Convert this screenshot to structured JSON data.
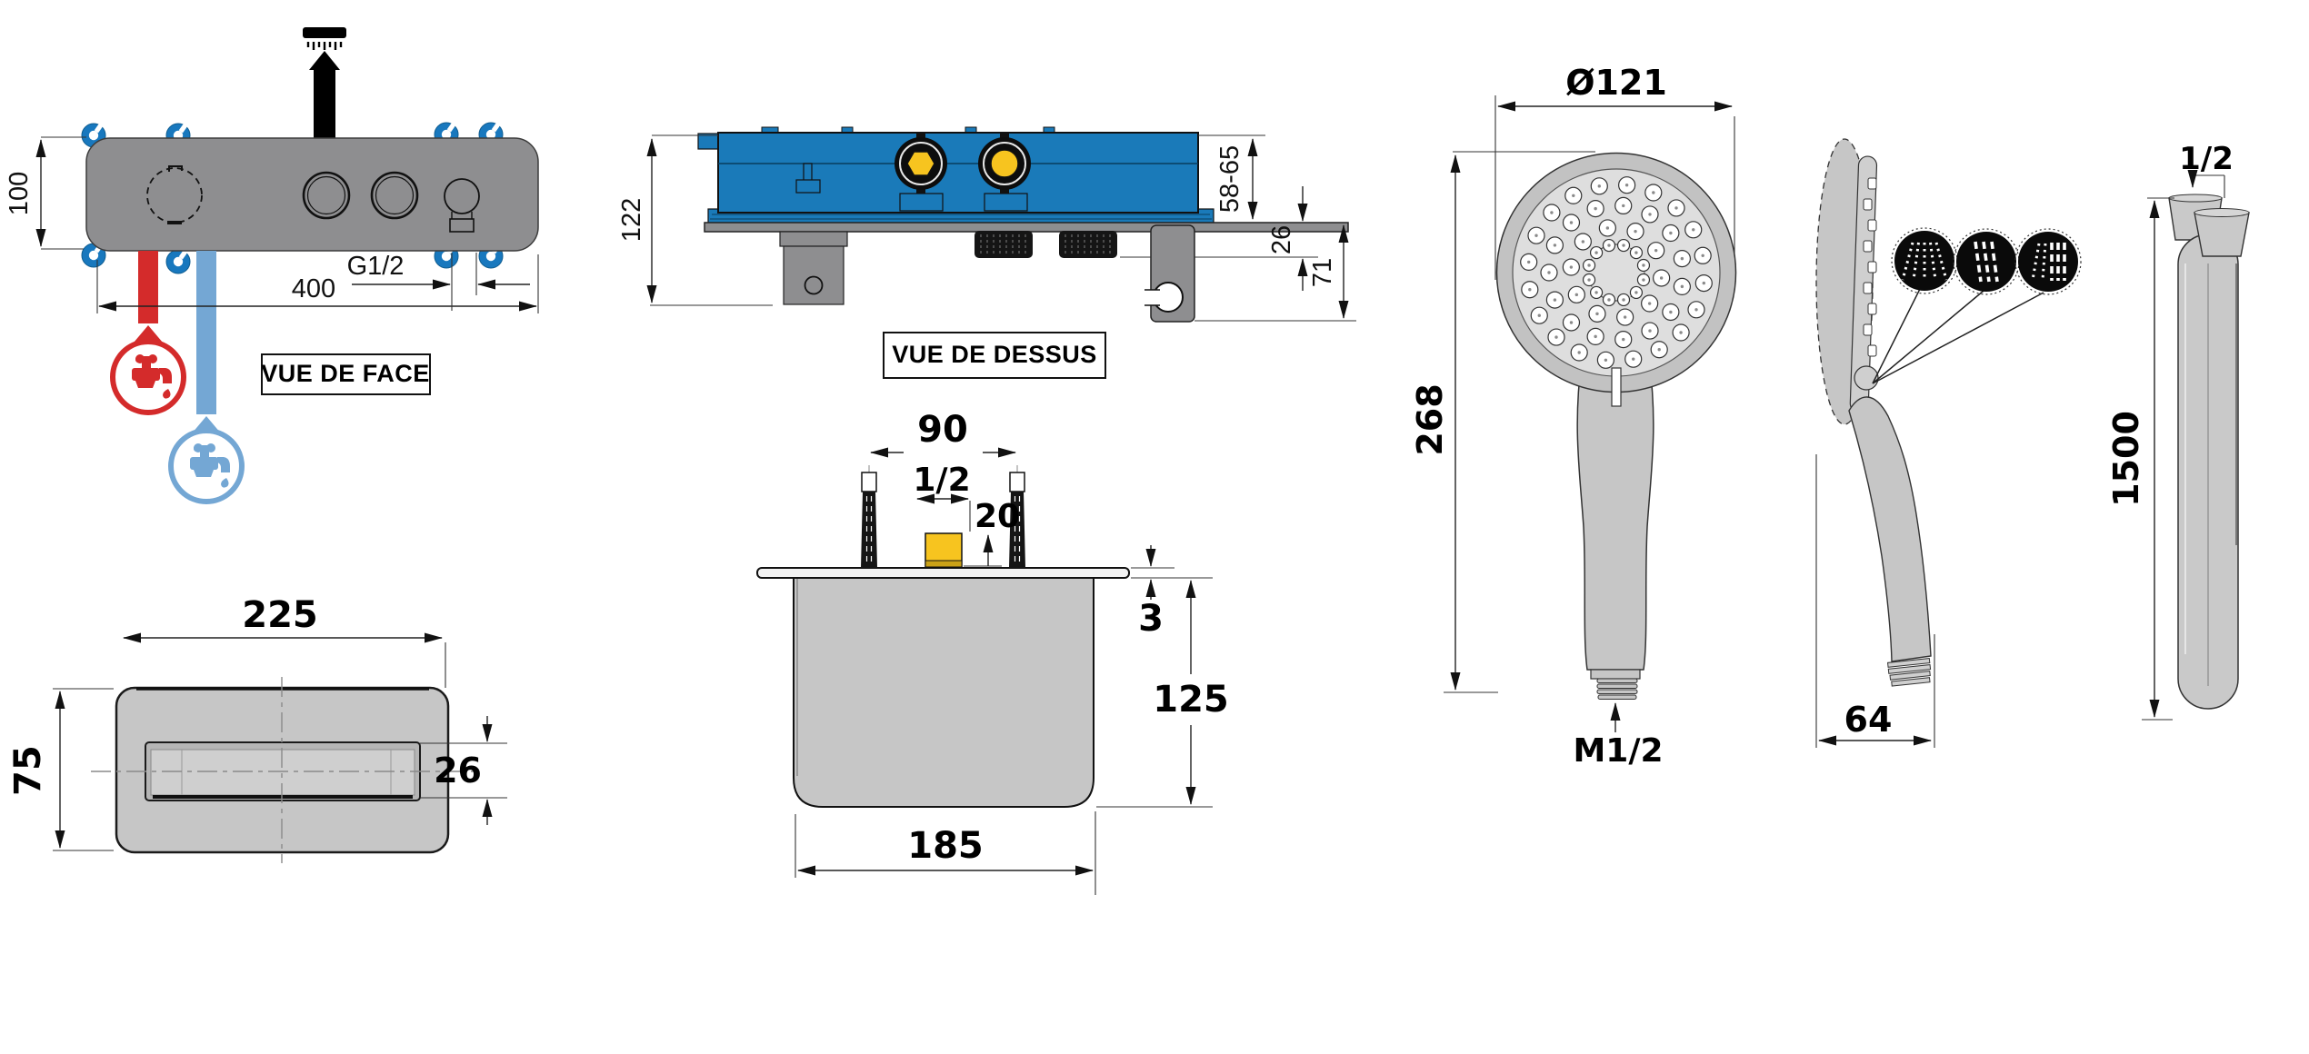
{
  "colors": {
    "panel_gray": "#8e8e90",
    "light_gray": "#c6c6c6",
    "mid_gray": "#b5b5b5",
    "blue_body": "#1a7ab9",
    "clip_blue": "#1878be",
    "yellow": "#f7c41f",
    "hot_red": "#d42b2b",
    "cold_blue": "#74a7d4"
  },
  "views": {
    "front": {
      "label": "VUE DE FACE",
      "dim_height": "100",
      "dim_width": "400",
      "dim_thread": "G1/2"
    },
    "top": {
      "label": "VUE DE DESSUS",
      "dim_depth": "122",
      "dim_mount_range": "58-65",
      "dim_plate": "26",
      "dim_holder": "71"
    },
    "spout": {
      "dim_width": "225",
      "dim_height": "75",
      "dim_slot": "26"
    },
    "recess": {
      "dim_screws": "90",
      "dim_thread": "1/2",
      "dim_block": "20",
      "dim_plate": "3",
      "dim_depth": "125",
      "dim_width": "185"
    },
    "handshower": {
      "dim_diameter": "Ø121",
      "dim_length": "268",
      "dim_thread": "M1/2",
      "dim_depth": "64"
    },
    "hose": {
      "dim_thread": "1/2",
      "dim_length": "1500"
    }
  }
}
